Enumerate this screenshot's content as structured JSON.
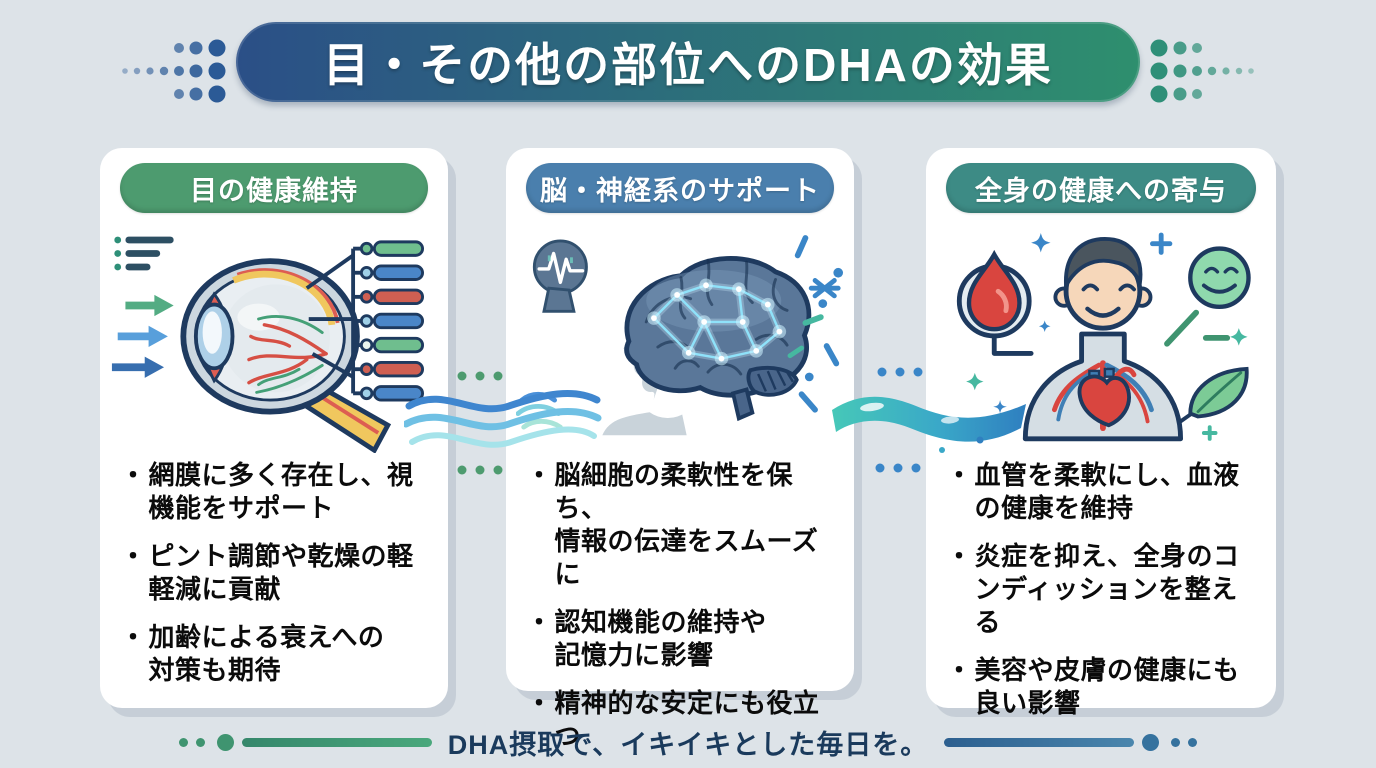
{
  "title": {
    "text": "目・その他の部位へのDHAの効果"
  },
  "cards": [
    {
      "header": "目の健康維持",
      "header_color": "#4d9b6f",
      "illustration": "eye-cross-section-diagram",
      "bullets": [
        "網膜に多く存在し、視\n機能をサポート",
        "ピント調節や乾燥の軽\n軽減に貢献",
        "加齢による衰えへの\n対策も期待"
      ]
    },
    {
      "header": "脳・神経系のサポート",
      "header_color": "#4a7fad",
      "illustration": "brain-neural-network-with-head-profile",
      "bullets": [
        "脳細胞の柔軟性を保ち、\n情報の伝達をスムーズに",
        "認知機能の維持や\n記憶力に影響",
        "精神的な安定にも役立つ"
      ]
    },
    {
      "header": "全身の健康への寄与",
      "header_color": "#3d8b85",
      "illustration": "body-circulation-with-blood-drop-smiley-leaf",
      "bullets": [
        "血管を柔軟にし、血液\nの健康を維持",
        "炎症を抑え、全身のコ\nンディッションを整える",
        "美容や皮膚の健康にも\n良い影響"
      ]
    }
  ],
  "footer": {
    "text": "DHA摂取で、イキイキとした毎日を。"
  },
  "ui": {
    "bullet_char": "・"
  },
  "colors": {
    "background": "#dde3e8",
    "banner_gradient_left": "#2b4f87",
    "banner_gradient_right": "#2e8f6e",
    "card_background": "#ffffff",
    "bullet_text": "#0b0b0b",
    "outline_navy": "#1e3a5f",
    "footer_text": "#1a3a5c",
    "footer_line_left": "#3f9470",
    "footer_line_right": "#336f9e",
    "dots_left": "#2b5a96",
    "dots_right": "#2e8f78",
    "wave_blue": "#4a90d9",
    "wave_teal": "#46c8b8"
  }
}
